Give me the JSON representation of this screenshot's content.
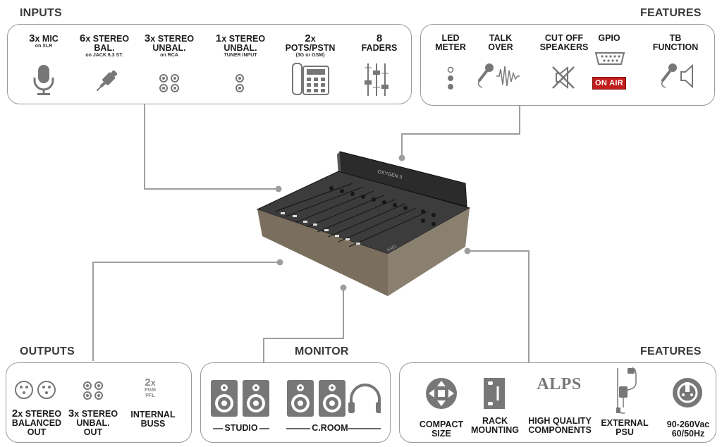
{
  "sections": {
    "inputs": "INPUTS",
    "features_top": "FEATURES",
    "outputs": "OUTPUTS",
    "monitor": "MONITOR",
    "features_bottom": "FEATURES"
  },
  "inputs": [
    {
      "qty": "3",
      "x": "x",
      "name": "MIC",
      "name2": "",
      "sub": "on XLR",
      "icon": "microphone-icon"
    },
    {
      "qty": "6",
      "x": "x",
      "name": "STEREO",
      "name2": "BAL.",
      "sub": "on JACK 6.3 ST.",
      "icon": "jack-plug-icon"
    },
    {
      "qty": "3",
      "x": "x",
      "name": "STEREO",
      "name2": "UNBAL.",
      "sub": "on RCA",
      "icon": "rca-sockets-icon"
    },
    {
      "qty": "1",
      "x": "x",
      "name": "STEREO",
      "name2": "UNBAL.",
      "sub": "TUNER INPUT",
      "icon": "rca-socket-pair-icon"
    },
    {
      "qty": "2",
      "x": "x",
      "name": "",
      "name2": "POTS/PSTN",
      "sub": "(3G or GSM)",
      "icon": "telephone-icon"
    },
    {
      "qty": "8",
      "x": "",
      "name": "",
      "name2": "FADERS",
      "sub": "",
      "icon": "faders-icon"
    }
  ],
  "features_top": [
    {
      "line1": "LED",
      "line2": "METER",
      "icon": "led-meter-icon"
    },
    {
      "line1": "TALK",
      "line2": "OVER",
      "icon": "talkover-icon"
    },
    {
      "line1": "CUT OFF",
      "line2": "SPEAKERS",
      "icon": "speaker-muted-icon"
    },
    {
      "line1": "GPIO",
      "line2": "",
      "icon": "serial-port-icon",
      "badge": "ON AIR"
    },
    {
      "line1": "TB",
      "line2": "FUNCTION",
      "icon": "talkback-icon"
    }
  ],
  "outputs": [
    {
      "qty": "2",
      "x": "x",
      "line1": "STEREO",
      "line2": "BALANCED",
      "line3": "OUT",
      "icon": "xlr-sockets-icon"
    },
    {
      "qty": "3",
      "x": "x",
      "line1": "STEREO",
      "line2": "UNBAL.",
      "line3": "OUT",
      "icon": "rca-sockets-icon"
    },
    {
      "qty": "2",
      "x": "x",
      "sub1": "PGM",
      "sub2": "PFL",
      "line1": "INTERNAL",
      "line2": "BUSS",
      "icon": "buss-icon"
    }
  ],
  "monitor": {
    "studio": "STUDIO",
    "croom": "C.ROOM"
  },
  "features_bottom": [
    {
      "line1": "COMPACT",
      "line2": "SIZE",
      "icon": "compact-size-icon"
    },
    {
      "line1": "RACK",
      "line2": "MOUNTING",
      "icon": "rack-ear-icon"
    },
    {
      "brand": "ALPS",
      "line1": "HIGH QUALITY",
      "line2": "COMPONENTS",
      "icon": "alps-logo"
    },
    {
      "line1": "EXTERNAL",
      "line2": "PSU",
      "icon": "power-supply-icon"
    },
    {
      "line1": "90-260Vac",
      "line2": "60/50Hz",
      "icon": "power-plug-icon"
    }
  ],
  "product": {
    "brand_label": "OXYGEN 3",
    "maker_label": "AXEL"
  },
  "colors": {
    "wire": "#9e9e9e",
    "panel_border": "#9a9a9a",
    "on_air": "#c21c1c",
    "icon_grey": "#777777"
  }
}
